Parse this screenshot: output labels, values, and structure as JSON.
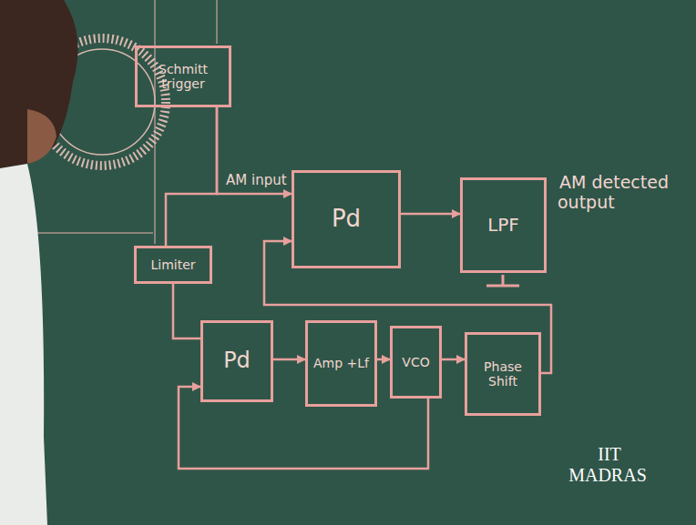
{
  "diagram": {
    "nodes": [
      {
        "text": [
          "Schmitt trigger"
        ]
      },
      {
        "text": [
          "Pd"
        ]
      },
      {
        "text": [
          "LPF"
        ]
      },
      {
        "text": [
          "Limiter"
        ]
      },
      {
        "text": [
          "Pd"
        ]
      },
      {
        "text": [
          "Amp +Lf"
        ]
      },
      {
        "text": [
          "VCO"
        ]
      },
      {
        "text": [
          "Phase Shift"
        ]
      }
    ],
    "edges": [
      {
        "from": 0,
        "to": 1,
        "arrow": "to"
      },
      {
        "from": 0,
        "to": 3,
        "arrow": "none"
      },
      {
        "from": 1,
        "to": 2,
        "arrow": "to"
      },
      {
        "from": 3,
        "to": 4,
        "arrow": "none"
      },
      {
        "from": 4,
        "to": 5,
        "arrow": "to"
      },
      {
        "from": 5,
        "to": 6,
        "arrow": "to"
      },
      {
        "from": 6,
        "to": 7,
        "arrow": "to"
      },
      {
        "from": 6,
        "to": 4,
        "arrow": "to"
      },
      {
        "from": 7,
        "to": 1,
        "arrow": "to"
      }
    ],
    "labels": [
      "AM input",
      "AM detected output",
      "IIT MADRAS"
    ]
  }
}
